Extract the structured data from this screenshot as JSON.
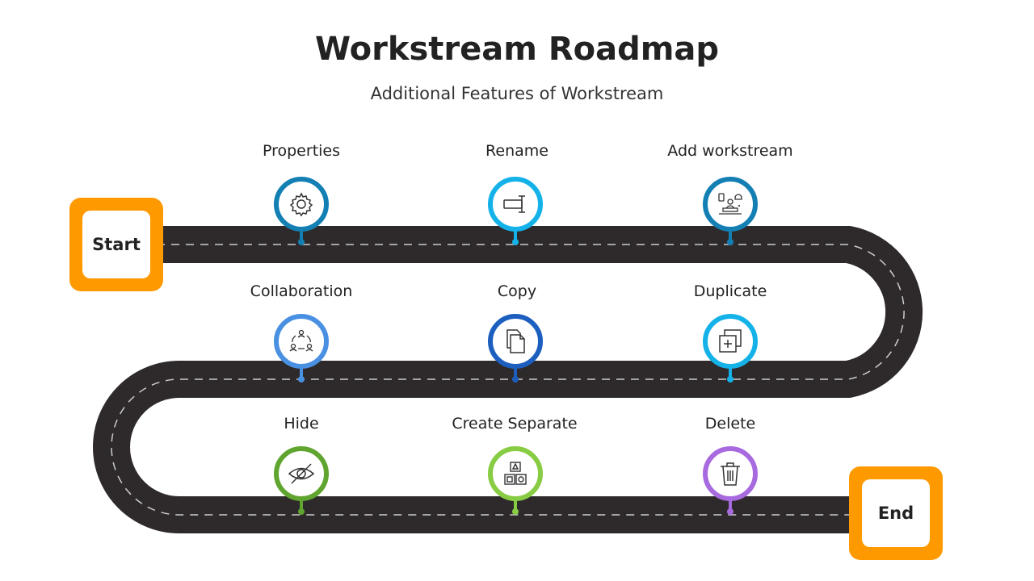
{
  "title": "Workstream Roadmap",
  "subtitle": "Additional Features of Workstream",
  "start_label": "Start",
  "end_label": "End",
  "colors": {
    "road": "#2E2A2B",
    "terminal": "#FF9900",
    "dash": "#CCCCCC"
  },
  "steps": [
    {
      "label": "Properties",
      "icon": "gear-icon",
      "color": "#137FB3"
    },
    {
      "label": "Rename",
      "icon": "rename-icon",
      "color": "#14B2E8"
    },
    {
      "label": "Add workstream",
      "icon": "workstream-icon",
      "color": "#137FB3"
    },
    {
      "label": "Collaboration",
      "icon": "collaboration-icon",
      "color": "#4A90E2"
    },
    {
      "label": "Copy",
      "icon": "copy-icon",
      "color": "#1C5FBF"
    },
    {
      "label": "Duplicate",
      "icon": "duplicate-icon",
      "color": "#14B2E8"
    },
    {
      "label": "Hide",
      "icon": "hide-icon",
      "color": "#5FA52F"
    },
    {
      "label": "Create Separate",
      "icon": "blocks-icon",
      "color": "#88CC44"
    },
    {
      "label": "Delete",
      "icon": "trash-icon",
      "color": "#A86ADF"
    }
  ]
}
